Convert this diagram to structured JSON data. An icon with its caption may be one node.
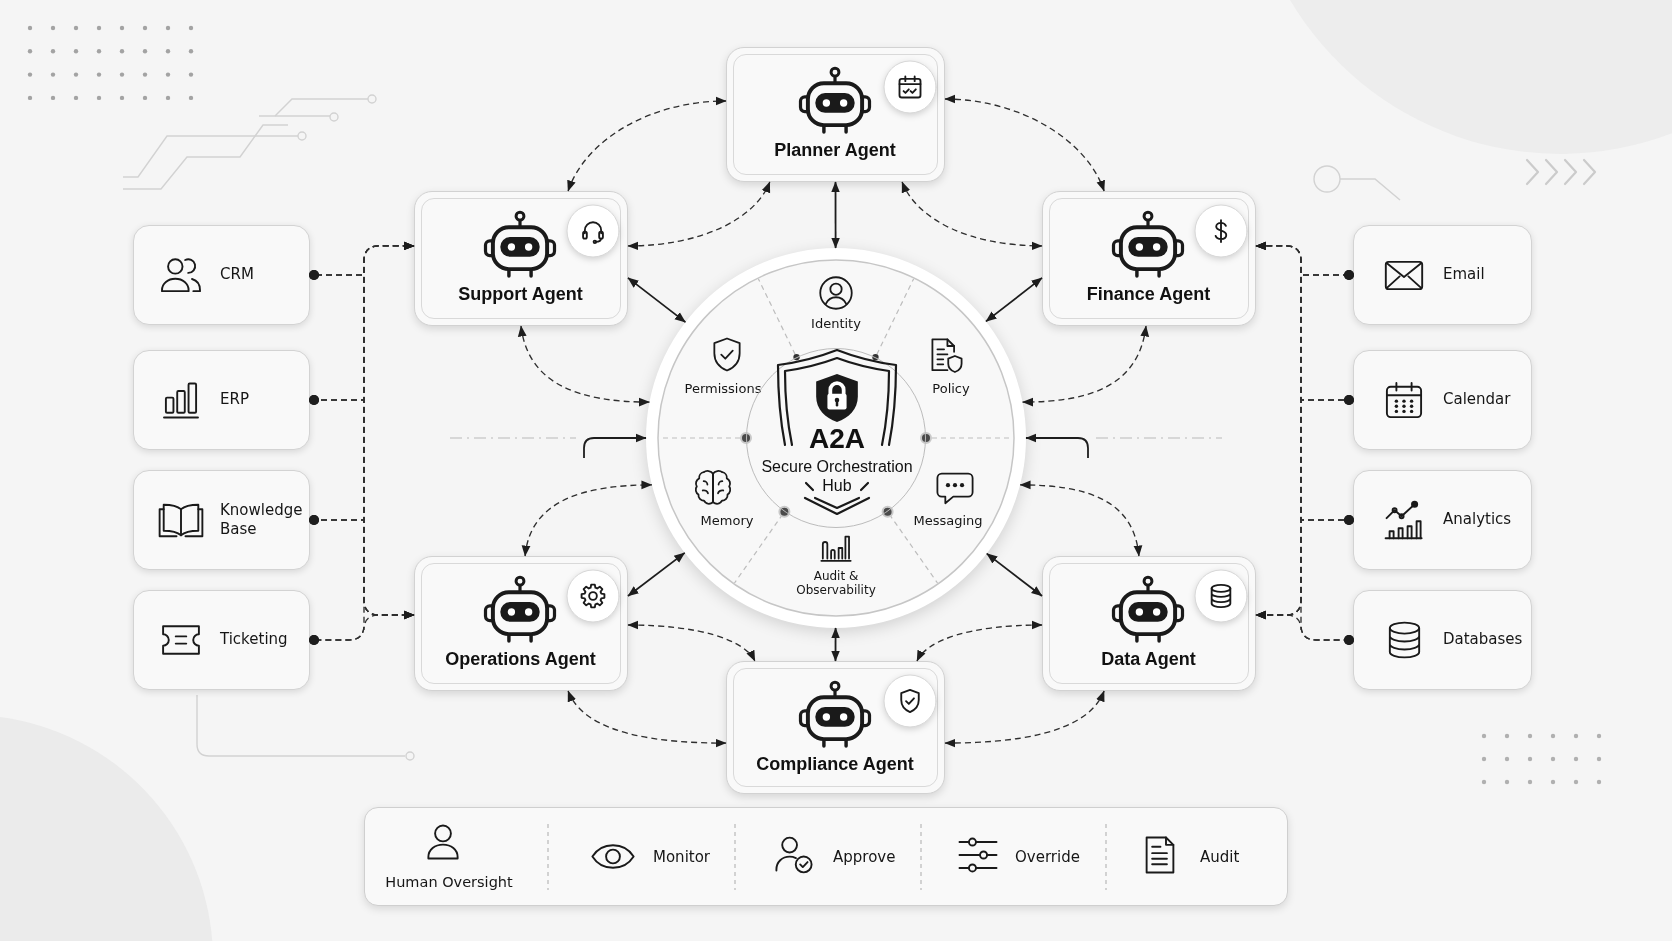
{
  "diagram": {
    "nodes": [
      {
        "text": [
          "Planner Agent"
        ]
      },
      {
        "text": [
          "Support Agent"
        ]
      },
      {
        "text": [
          "Finance Agent"
        ]
      },
      {
        "text": [
          "Identity",
          "Permissions",
          "Policy",
          "Memory",
          "Messaging",
          "Audit & Observability"
        ]
      },
      {
        "text": [
          "A2A",
          "Secure Orchestration Hub"
        ],
        "in": 3
      },
      {
        "text": [
          "Operations Agent"
        ]
      },
      {
        "text": [
          "Data Agent"
        ]
      },
      {
        "text": [
          "Compliance Agent"
        ]
      },
      {
        "text": [
          "CRM"
        ]
      },
      {
        "text": [
          "ERP"
        ]
      },
      {
        "text": [
          "Knowledge Base"
        ]
      },
      {
        "text": [
          "Ticketing"
        ]
      },
      {
        "text": [
          "Email"
        ]
      },
      {
        "text": [
          "Calendar"
        ]
      },
      {
        "text": [
          "Analytics"
        ]
      },
      {
        "text": [
          "Databases"
        ]
      },
      {
        "text": [
          "Human Oversight",
          "Monitor",
          "Approve",
          "Override",
          "Audit"
        ]
      }
    ],
    "edges": [
      {
        "from": 0,
        "to": 3,
        "arrow": "both"
      },
      {
        "from": 1,
        "to": 3,
        "arrow": "both"
      },
      {
        "from": 2,
        "to": 3,
        "arrow": "both"
      },
      {
        "from": 5,
        "to": 3,
        "arrow": "both"
      },
      {
        "from": 6,
        "to": 3,
        "arrow": "both"
      },
      {
        "from": 7,
        "to": 3,
        "arrow": "both"
      },
      {
        "from": 1,
        "to": 0,
        "arrow": "both",
        "style": "dashed"
      },
      {
        "from": 0,
        "to": 2,
        "arrow": "both",
        "style": "dashed"
      },
      {
        "from": 1,
        "to": 0,
        "arrow": "both",
        "style": "dashed"
      },
      {
        "from": 0,
        "to": 2,
        "arrow": "both",
        "style": "dashed"
      },
      {
        "from": 1,
        "to": 3,
        "arrow": "both",
        "style": "dashed"
      },
      {
        "from": 2,
        "to": 3,
        "arrow": "both",
        "style": "dashed"
      },
      {
        "from": 5,
        "to": 3,
        "arrow": "both",
        "style": "dashed"
      },
      {
        "from": 6,
        "to": 3,
        "arrow": "both",
        "style": "dashed"
      },
      {
        "from": 5,
        "to": 7,
        "arrow": "both",
        "style": "dashed"
      },
      {
        "from": 6,
        "to": 7,
        "arrow": "both",
        "style": "dashed"
      },
      {
        "from": 5,
        "to": 7,
        "arrow": "both",
        "style": "dashed"
      },
      {
        "from": 6,
        "to": 7,
        "arrow": "both",
        "style": "dashed"
      },
      {
        "from": null,
        "to": 3,
        "arrow": "to"
      },
      {
        "from": null,
        "to": 3,
        "arrow": "to"
      },
      {
        "from": 8,
        "to": 1,
        "arrow": "to",
        "style": "dashed"
      },
      {
        "from": 8,
        "to": 5,
        "arrow": "to",
        "style": "dashed"
      },
      {
        "from": 9,
        "to": 1,
        "arrow": "to",
        "style": "dashed"
      },
      {
        "from": 9,
        "to": 5,
        "arrow": "to",
        "style": "dashed"
      },
      {
        "from": 10,
        "to": 1,
        "arrow": "to",
        "style": "dashed"
      },
      {
        "from": 10,
        "to": 5,
        "arrow": "to",
        "style": "dashed"
      },
      {
        "from": 11,
        "to": 1,
        "arrow": "to",
        "style": "dashed"
      },
      {
        "from": 11,
        "to": 5,
        "arrow": "to",
        "style": "dashed"
      },
      {
        "from": 12,
        "to": 2,
        "arrow": "to",
        "style": "dashed"
      },
      {
        "from": 12,
        "to": 6,
        "arrow": "to",
        "style": "dashed"
      },
      {
        "from": 13,
        "to": 2,
        "arrow": "to",
        "style": "dashed"
      },
      {
        "from": 13,
        "to": 6,
        "arrow": "to",
        "style": "dashed"
      },
      {
        "from": 14,
        "to": 2,
        "arrow": "to",
        "style": "dashed"
      },
      {
        "from": 14,
        "to": 6,
        "arrow": "to",
        "style": "dashed"
      },
      {
        "from": 15,
        "to": 2,
        "arrow": "to",
        "style": "dashed"
      },
      {
        "from": 15,
        "to": 6,
        "arrow": "to",
        "style": "dashed"
      }
    ]
  }
}
